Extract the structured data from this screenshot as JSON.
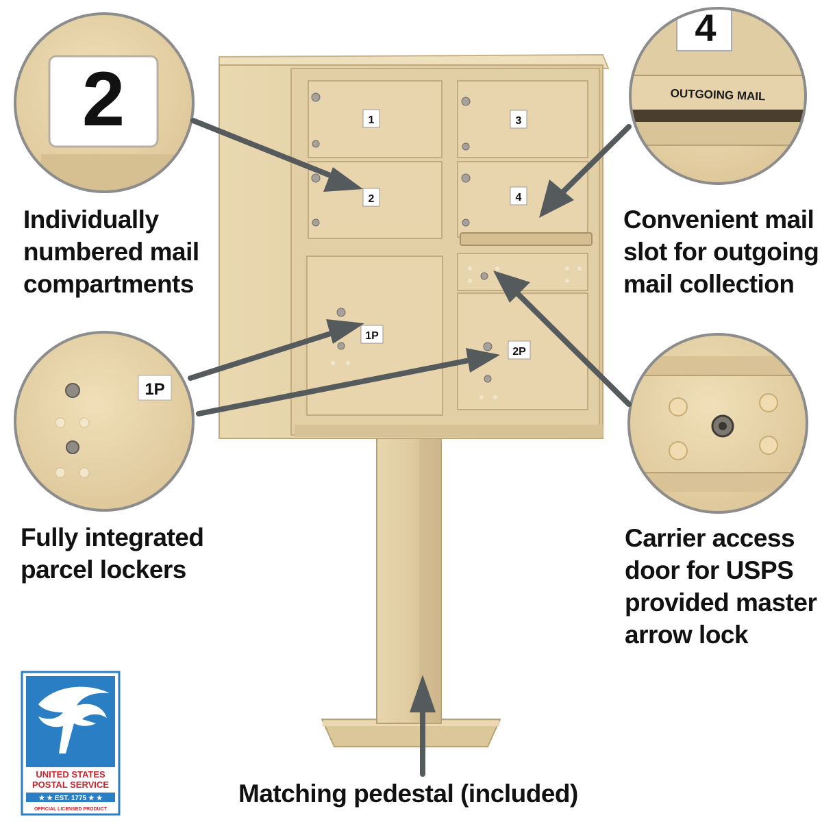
{
  "captions": {
    "compartments": [
      "Individually",
      "numbered mail",
      "compartments"
    ],
    "outgoing": [
      "Convenient mail",
      "slot for outgoing",
      "mail collection"
    ],
    "parcel": [
      "Fully integrated",
      "parcel lockers"
    ],
    "carrier": [
      "Carrier access",
      "door for USPS",
      "provided master",
      "arrow lock"
    ],
    "pedestal": "Matching pedestal (included)"
  },
  "zoom_labels": {
    "compartment_number": "2",
    "outgoing_number": "4",
    "outgoing_mail_plate": "OUTGOING MAIL",
    "parcel_locker": "1P"
  },
  "door_labels": {
    "d1": "1",
    "d2": "2",
    "d3": "3",
    "d4": "4",
    "p1": "1P",
    "p2": "2P"
  },
  "usps_logo": {
    "line1": "UNITED STATES",
    "line2": "POSTAL SERVICE",
    "line3": "★ ★ EST. 1775 ★ ★",
    "line4": "OFFICIAL LICENSED PRODUCT"
  },
  "colors": {
    "cabinet": "#e6d3aa",
    "cabinet_shadow": "#cdb78b",
    "arrow": "#555a5c",
    "usps_blue": "#2a7fc4",
    "usps_red": "#c8252d"
  }
}
